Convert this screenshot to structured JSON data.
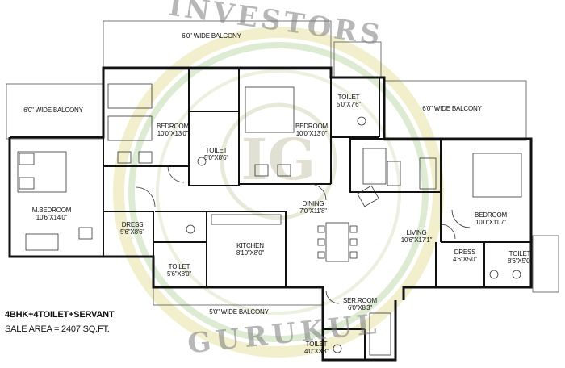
{
  "plan": {
    "configuration": "4BHK+4TOILET+SERVANT",
    "sale_area": "SALE AREA  = 2407 SQ.FT."
  },
  "watermark": {
    "top": "INVESTORS",
    "bottom": "GURUKUL",
    "monogram": "IG",
    "ring_colors": [
      "#ede9bb",
      "#cfe3bf"
    ]
  },
  "rooms": {
    "master_bedroom": {
      "name": "M.BEDROOM",
      "dims": "10'6\"X14'0\""
    },
    "bedroom_1": {
      "name": "BEDROOM",
      "dims": "10'0\"X13'0\""
    },
    "bedroom_2": {
      "name": "BEDROOM",
      "dims": "10'0\"X13'0\""
    },
    "bedroom_3": {
      "name": "BEDROOM",
      "dims": "10'0\"X11'7\""
    },
    "toilet_1": {
      "name": "TOILET",
      "dims": "5'0\"X8'6\""
    },
    "toilet_2": {
      "name": "TOILET",
      "dims": "5'0\"X7'6\""
    },
    "toilet_3": {
      "name": "TOILET",
      "dims": "5'6\"X8'0\""
    },
    "toilet_4": {
      "name": "TOILET",
      "dims": "8'6\"X5'0\""
    },
    "toilet_servant": {
      "name": "TOILET",
      "dims": "4'0\"X3'3\""
    },
    "dress_1": {
      "name": "DRESS",
      "dims": "5'6\"X8'6\""
    },
    "dress_2": {
      "name": "DRESS",
      "dims": "4'6\"X5'0\""
    },
    "dining": {
      "name": "DINING",
      "dims": "7'0\"X11'8\""
    },
    "living": {
      "name": "LIVING",
      "dims": "10'6\"X17'1\""
    },
    "kitchen": {
      "name": "KITCHEN",
      "dims": "8'10\"X8'0\""
    },
    "servant_room": {
      "name": "SER.ROOM",
      "dims": "6'0\"X8'3\""
    }
  },
  "balconies": {
    "top": "6'0\" WIDE BALCONY",
    "left": "6'0\" WIDE BALCONY",
    "right": "6'0\" WIDE BALCONY",
    "bottom": "5'0\" WIDE BALCONY"
  }
}
